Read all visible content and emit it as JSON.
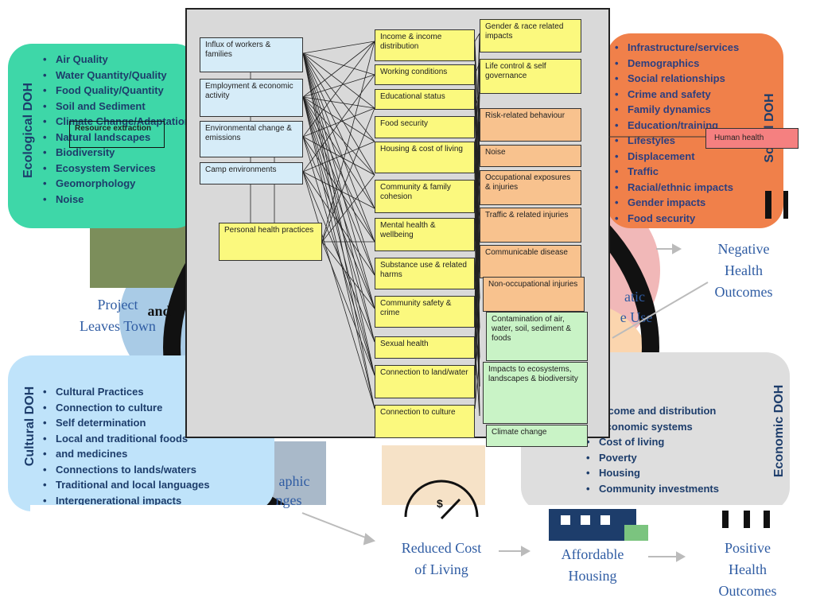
{
  "ecological": {
    "title": "Ecological DOH",
    "items": [
      "Air Quality",
      "Water Quantity/Quality",
      "Food Quality/Quantity",
      "Soil and Sediment",
      "Climate Change/Adaptation",
      "Natural landscapes",
      "Biodiversity",
      "Ecosystem Services",
      "Geomorphology",
      "Noise"
    ]
  },
  "social": {
    "title": "Social DOH",
    "items": [
      "Infrastructure/services",
      "Demographics",
      "Social relationships",
      "Crime and safety",
      "Family dynamics",
      "Education/training",
      "Lifestyles",
      "Displacement",
      "Traffic",
      "Racial/ethnic impacts",
      "Gender impacts",
      "Food security"
    ]
  },
  "cultural": {
    "title": "Cultural DOH",
    "items": [
      "Cultural Practices",
      "Connection to culture",
      "Self determination",
      "Local and traditional foods",
      "and medicines",
      "Connections to lands/waters",
      "Traditional and local languages",
      "Intergenerational impacts"
    ]
  },
  "economic": {
    "title": "Economic DOH",
    "items": [
      "Income and distribution",
      "Economic systems",
      "Cost of living",
      "Poverty",
      "Housing",
      "Community investments"
    ]
  },
  "outcomes": {
    "project_leaves": [
      "Project",
      "Leaves Town"
    ],
    "and_partial": "and",
    "negative": [
      "Negative",
      "Health",
      "Outcomes"
    ],
    "reduced_cost": [
      "Reduced Cost",
      "of Living"
    ],
    "affordable": [
      "Affordable",
      "Housing"
    ],
    "positive": [
      "Positive",
      "Health",
      "Outcomes"
    ],
    "partial_right_top": "atic",
    "partial_right_bottom": "e Use",
    "partial_bottom_left_1": "aphic",
    "partial_bottom_left_2": "nges"
  },
  "diagram": {
    "left_nodes": [
      "Influx of workers & families",
      "Employment & economic activity",
      "Environmental change & emissions",
      "Camp environments"
    ],
    "resource_extraction": "Resource extraction",
    "personal_health": "Personal health practices",
    "middle_nodes": [
      "Income & income distribution",
      "Working conditions",
      "Educational status",
      "Food security",
      "Housing & cost of living",
      "Community & family cohesion",
      "Mental health & wellbeing",
      "Substance use & related harms",
      "Community safety & crime",
      "Sexual health",
      "Connection to land/water",
      "Connection to culture"
    ],
    "right_yellow": [
      "Gender & race related impacts",
      "Life control & self governance"
    ],
    "right_orange": [
      "Risk-related behaviour",
      "Noise",
      "Occupational exposures & injuries",
      "Traffic & related injuries",
      "Communicable disease",
      "Non-occupational injuries"
    ],
    "right_green": [
      "Contamination of air, water, soil, sediment & foods",
      "Impacts to ecosystems, landscapes & biodiversity",
      "Climate change"
    ],
    "human_health": "Human health"
  },
  "colors": {
    "ecological_bg": "#3ed7a8",
    "ecological_text": "#1d3d6b",
    "social_bg": "#f0804a",
    "social_text": "#ffffff",
    "cultural_bg": "#bfe3fa",
    "economic_bg": "#dedede",
    "outcome_text": "#2f5ca3"
  }
}
